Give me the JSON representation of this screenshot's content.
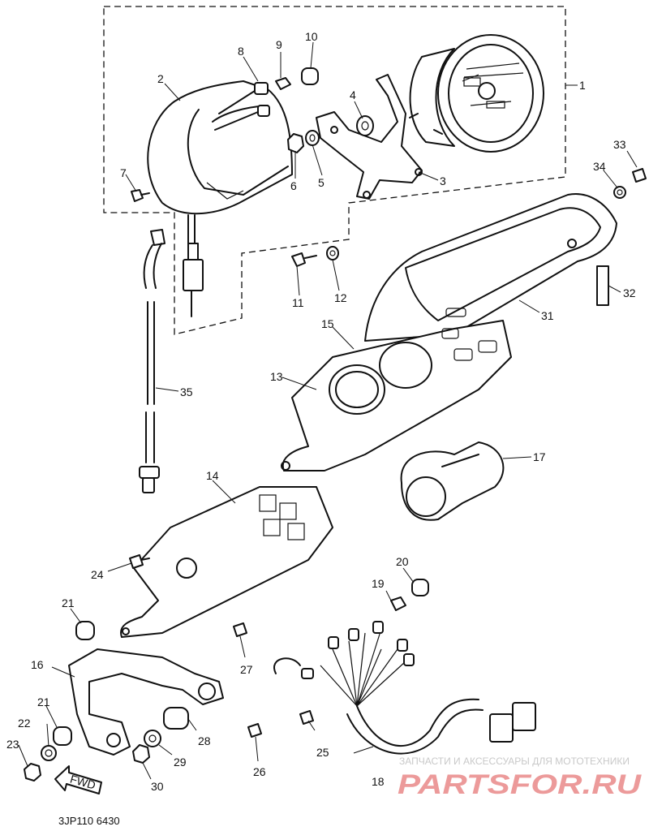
{
  "diagram": {
    "callouts": [
      "1",
      "2",
      "3",
      "4",
      "5",
      "6",
      "7",
      "8",
      "9",
      "10",
      "11",
      "12",
      "13",
      "14",
      "15",
      "16",
      "17",
      "18",
      "19",
      "20",
      "21",
      "21",
      "22",
      "23",
      "24",
      "25",
      "26",
      "27",
      "28",
      "29",
      "30",
      "31",
      "32",
      "33",
      "34",
      "35"
    ],
    "fwd_label": "FWD",
    "drawing_code": "3JP110 6430",
    "watermark_caption": "ЗАПЧАСТИ И АКСЕССУАРЫ ДЛЯ МОТОТЕХНИКИ",
    "watermark_logo": "PARTSFOR.RU"
  }
}
